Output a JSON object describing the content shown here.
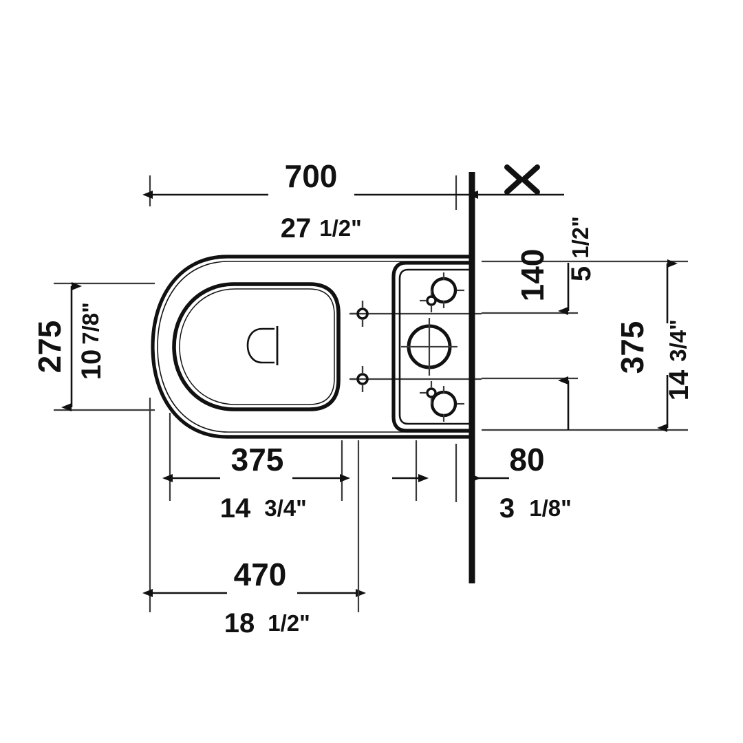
{
  "drawing": {
    "title": "Toilet plan view dimension drawing",
    "subject": "one-piece toilet / WC top view with wall line",
    "units": {
      "primary": "mm",
      "secondary": "inches"
    },
    "line_color": "#111111",
    "background_color": "#ffffff"
  },
  "dimensions": {
    "overall_length": {
      "metric": "700",
      "imperial_whole": "27",
      "imperial_fraction": "1/2",
      "imperial_unit": "\""
    },
    "bowl_width": {
      "metric": "275",
      "imperial_whole": "10",
      "imperial_fraction": "7/8",
      "imperial_unit": "\""
    },
    "tank_offset_top": {
      "metric": "140",
      "imperial_whole": "5",
      "imperial_fraction": "1/2",
      "imperial_unit": "\""
    },
    "tank_width": {
      "metric": "375",
      "imperial_whole": "14",
      "imperial_fraction": "3/4",
      "imperial_unit": "\""
    },
    "bowl_length": {
      "metric": "375",
      "imperial_whole": "14",
      "imperial_fraction": "3/4",
      "imperial_unit": "\""
    },
    "wall_clearance": {
      "metric": "80",
      "imperial_whole": "3",
      "imperial_fraction": "1/8",
      "imperial_unit": "\""
    },
    "bowl_projection": {
      "metric": "470",
      "imperial_whole": "18",
      "imperial_fraction": "1/2",
      "imperial_unit": "\""
    }
  },
  "labels": {
    "d700_metric": "700",
    "d700_whole": "27",
    "d700_frac": "1/2\"",
    "d275_metric": "275",
    "d275_whole": "10",
    "d275_frac": "7/8\"",
    "d140_metric": "140",
    "d140_whole": "5",
    "d140_frac": "1/2\"",
    "d375r_metric": "375",
    "d375r_whole": "14",
    "d375r_frac": "3/4\"",
    "d375b_metric": "375",
    "d375b_whole": "14",
    "d375b_frac": "3/4\"",
    "d80_metric": "80",
    "d80_whole": "3",
    "d80_frac": "1/8\"",
    "d470_metric": "470",
    "d470_whole": "18",
    "d470_frac": "1/2\""
  },
  "features": {
    "wall_line": "thick vertical wall reference line",
    "bowl_outline": "outer toilet body outline",
    "bowl_rim": "inner bowl rim opening",
    "water_spot": "D-shaped water spot mark",
    "tank_outline": "cistern / tank footprint rectangle",
    "center_hole": "large center flush outlet hole with crosshair",
    "upper_bolt_hole": "upper tank mounting hole",
    "lower_bolt_hole": "lower tank mounting hole",
    "upper_small_hole": "upper small fixing hole",
    "lower_small_hole": "lower small fixing hole",
    "upper_seat_bolt": "upper seat fixing point",
    "lower_seat_bolt": "lower seat fixing point",
    "break_marker": "opposing arrow break marker"
  }
}
